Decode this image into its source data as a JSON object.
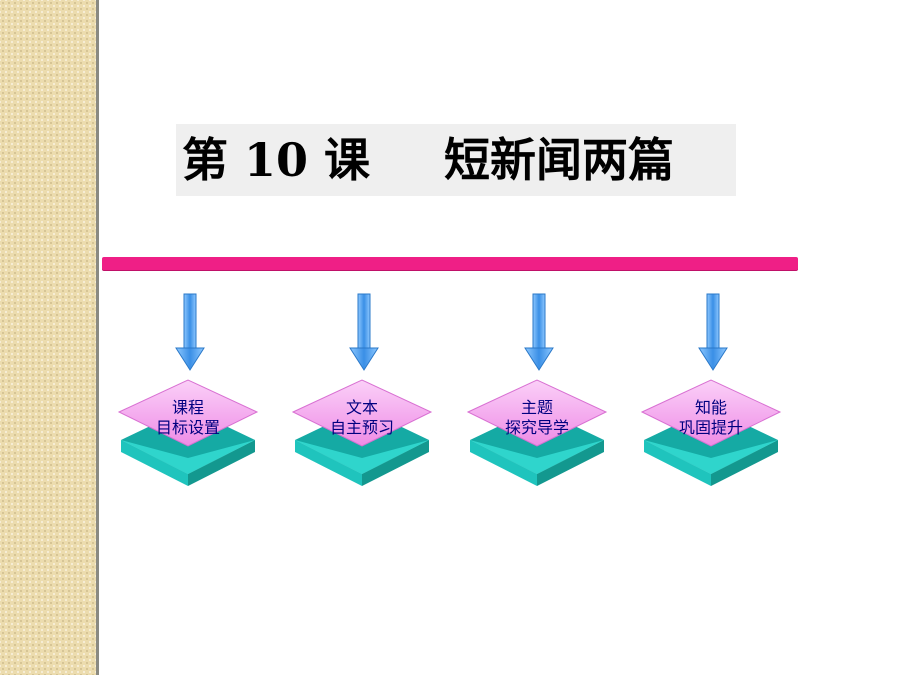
{
  "title": {
    "lesson": "第 10 课",
    "name": "短新闻两篇"
  },
  "nav": [
    {
      "line1": "课程",
      "line2": "目标设置"
    },
    {
      "line1": "文本",
      "line2": "自主预习"
    },
    {
      "line1": "主题",
      "line2": "探究导学"
    },
    {
      "line1": "知能",
      "line2": "巩固提升"
    }
  ],
  "colors": {
    "divider": "#ef1f86",
    "arrow": "#4a9eea",
    "block_top": "#f3a0ee",
    "block_side": "#22c9c2",
    "label_text": "#000080",
    "side_strip": "#ecdcae"
  }
}
